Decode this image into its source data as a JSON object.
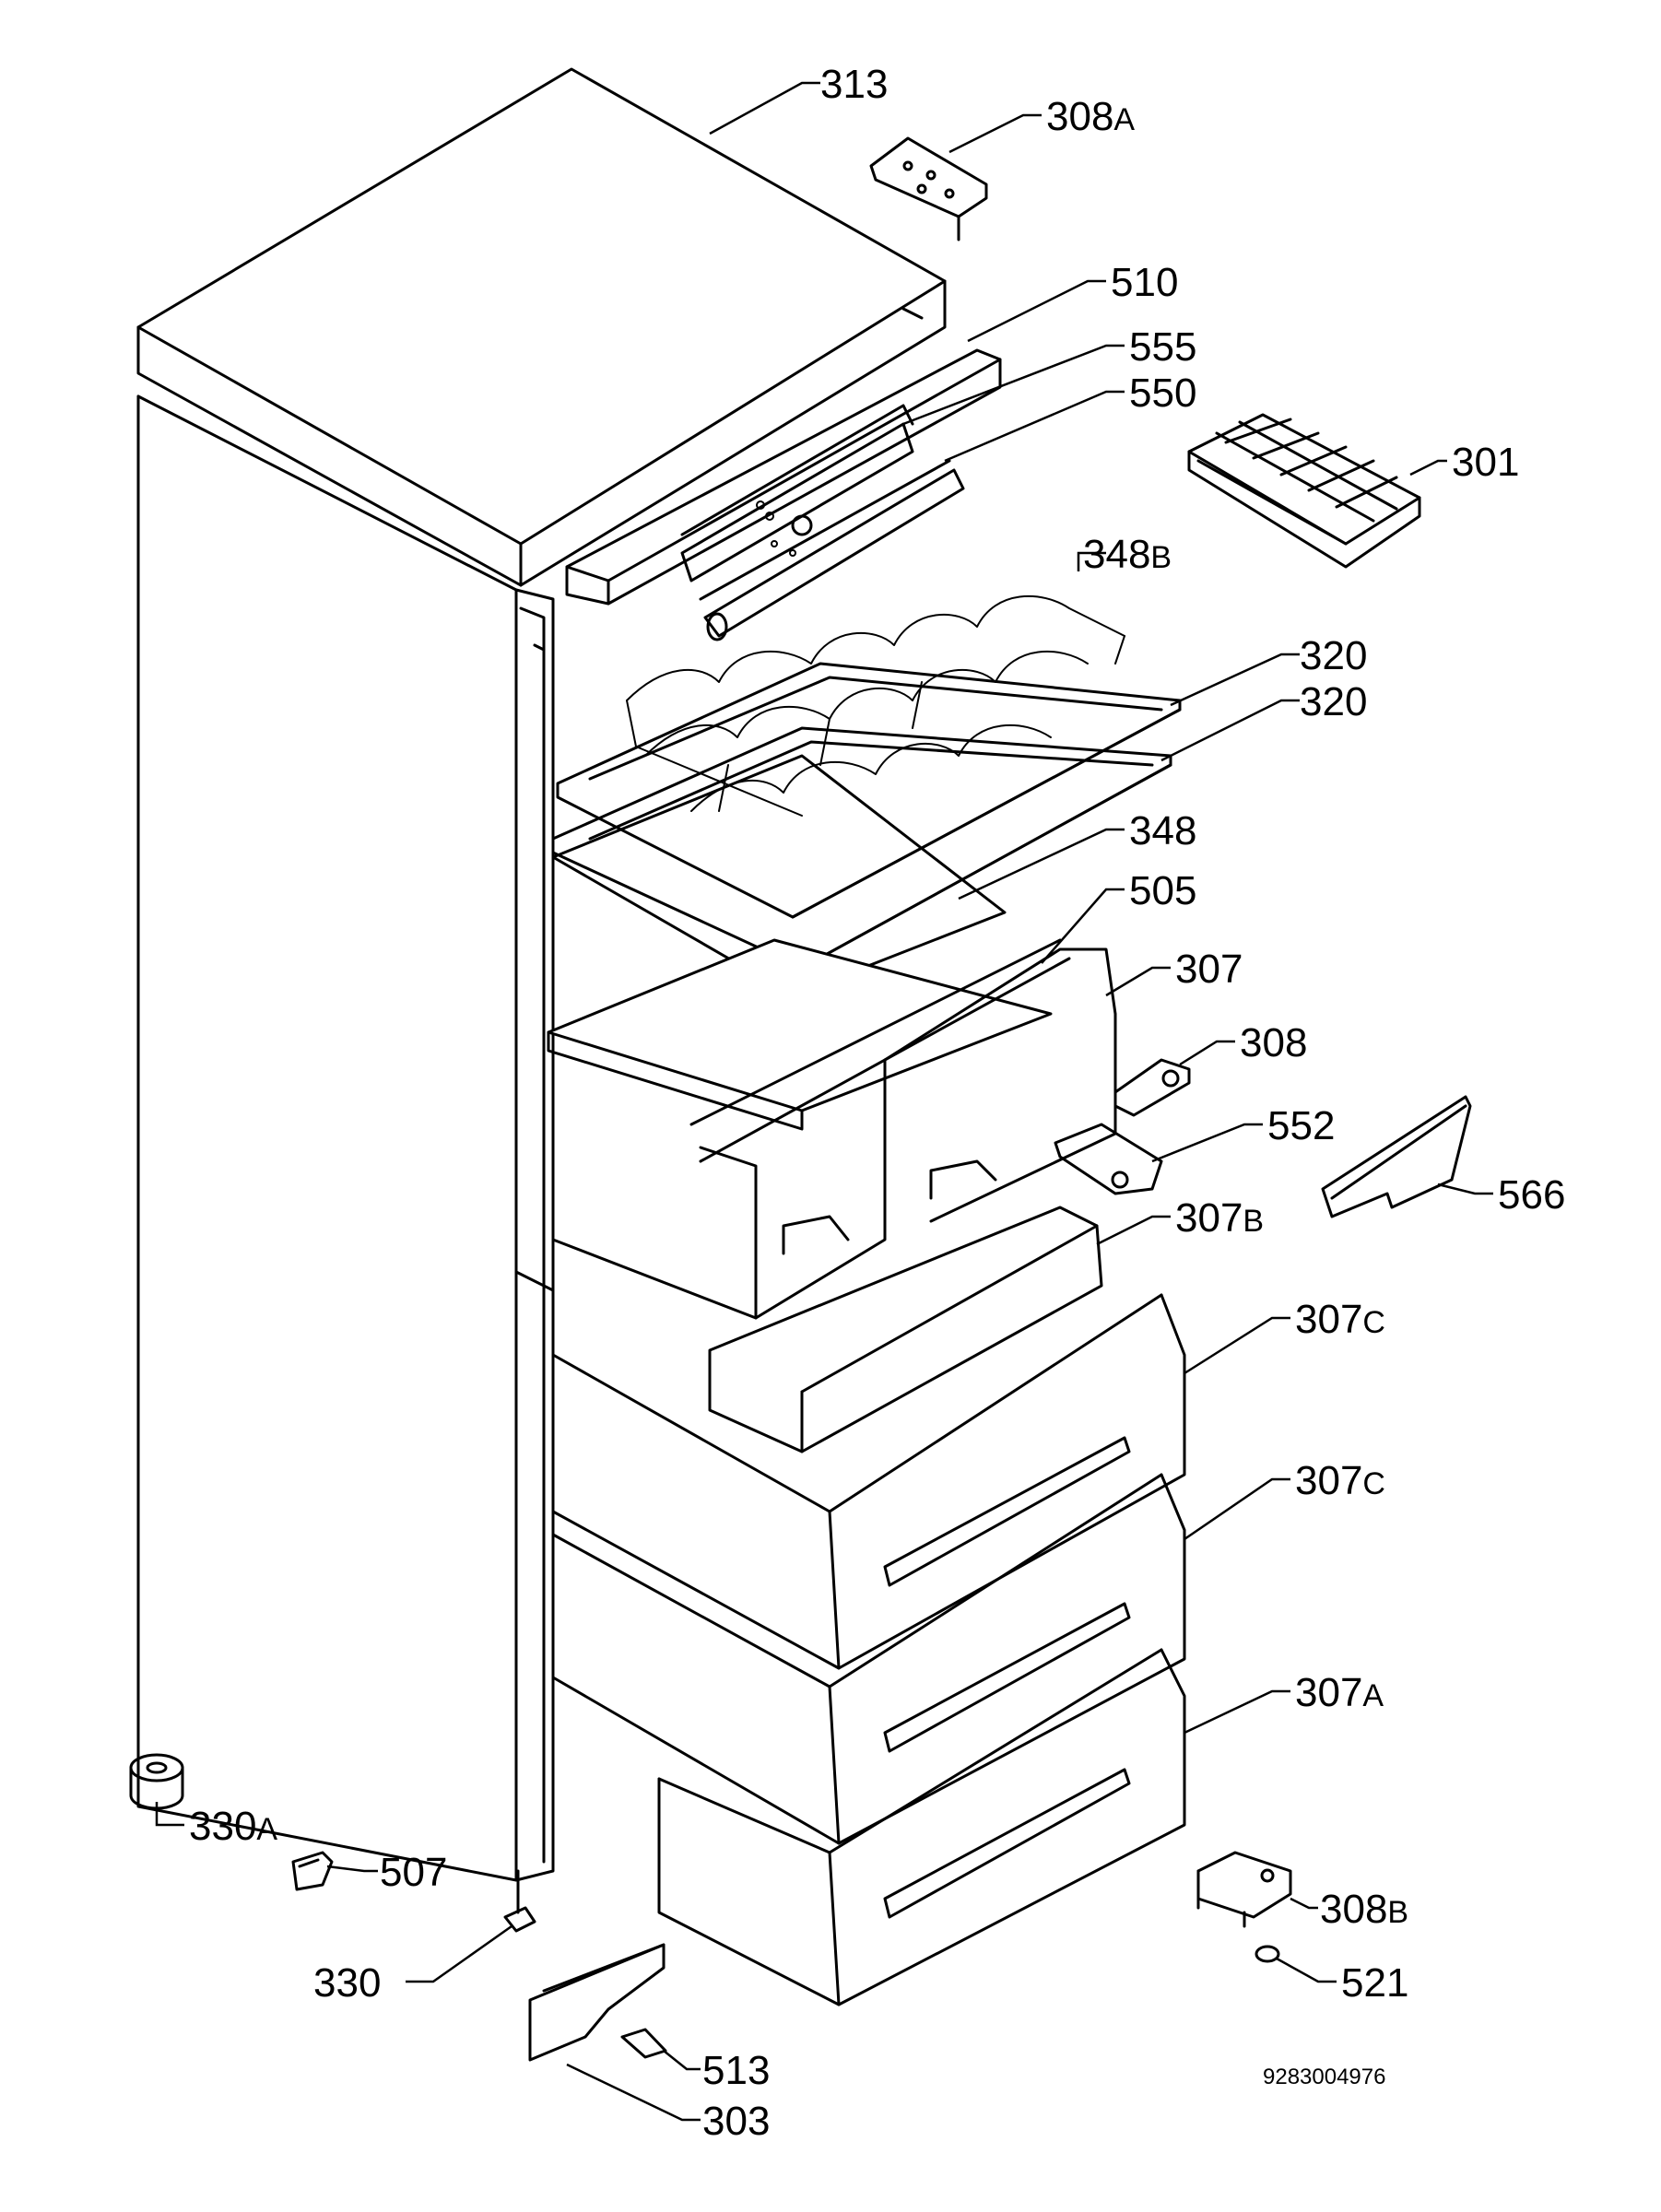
{
  "labels": {
    "l313": {
      "num": "313",
      "suffix": ""
    },
    "l308a": {
      "num": "308",
      "suffix": "A"
    },
    "l510": {
      "num": "510",
      "suffix": ""
    },
    "l555": {
      "num": "555",
      "suffix": ""
    },
    "l550": {
      "num": "550",
      "suffix": ""
    },
    "l301": {
      "num": "301",
      "suffix": ""
    },
    "l348b": {
      "num": "348",
      "suffix": "B"
    },
    "l320a": {
      "num": "320",
      "suffix": ""
    },
    "l320b": {
      "num": "320",
      "suffix": ""
    },
    "l348": {
      "num": "348",
      "suffix": ""
    },
    "l505": {
      "num": "505",
      "suffix": ""
    },
    "l307": {
      "num": "307",
      "suffix": ""
    },
    "l308": {
      "num": "308",
      "suffix": ""
    },
    "l552": {
      "num": "552",
      "suffix": ""
    },
    "l566": {
      "num": "566",
      "suffix": ""
    },
    "l307b": {
      "num": "307",
      "suffix": "B"
    },
    "l307c1": {
      "num": "307",
      "suffix": "C"
    },
    "l307c2": {
      "num": "307",
      "suffix": "C"
    },
    "l307a": {
      "num": "307",
      "suffix": "A"
    },
    "l330a": {
      "num": "330",
      "suffix": "A"
    },
    "l507": {
      "num": "507",
      "suffix": ""
    },
    "l330": {
      "num": "330",
      "suffix": ""
    },
    "l308b": {
      "num": "308",
      "suffix": "B"
    },
    "l521": {
      "num": "521",
      "suffix": ""
    },
    "l513": {
      "num": "513",
      "suffix": ""
    },
    "l303": {
      "num": "303",
      "suffix": ""
    }
  },
  "document_number": "9283004976"
}
